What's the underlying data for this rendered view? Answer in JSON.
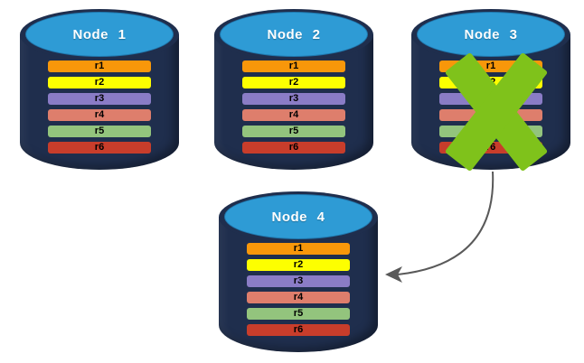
{
  "colors": {
    "background": "#ffffff",
    "cylinder_body": "#1F2E4D",
    "cylinder_cap": "#2E9BD5",
    "title_text": "#ffffff",
    "row_text": "#000000",
    "x_mark": "#7FC21B",
    "arrow": "#595959"
  },
  "row_colors": [
    "#F8970A",
    "#FDFF00",
    "#8A7CC6",
    "#DE7E6C",
    "#93C47D",
    "#C83D2B"
  ],
  "nodes": [
    {
      "id": "node-1",
      "title": "Node 1",
      "rows": [
        "r1",
        "r2",
        "r3",
        "r4",
        "r5",
        "r6"
      ],
      "failed": false
    },
    {
      "id": "node-2",
      "title": "Node 2",
      "rows": [
        "r1",
        "r2",
        "r3",
        "r4",
        "r5",
        "r6"
      ],
      "failed": false
    },
    {
      "id": "node-3",
      "title": "Node 3",
      "rows": [
        "r1",
        "r2",
        "r3",
        "r4",
        "r5",
        "r6"
      ],
      "failed": true
    },
    {
      "id": "node-4",
      "title": "Node 4",
      "rows": [
        "r1",
        "r2",
        "r3",
        "r4",
        "r5",
        "r6"
      ],
      "failed": false
    }
  ],
  "failure_mark": {
    "type": "x-mark",
    "node": "node-3"
  },
  "arrow": {
    "from": "node-3",
    "to": "node-4"
  }
}
